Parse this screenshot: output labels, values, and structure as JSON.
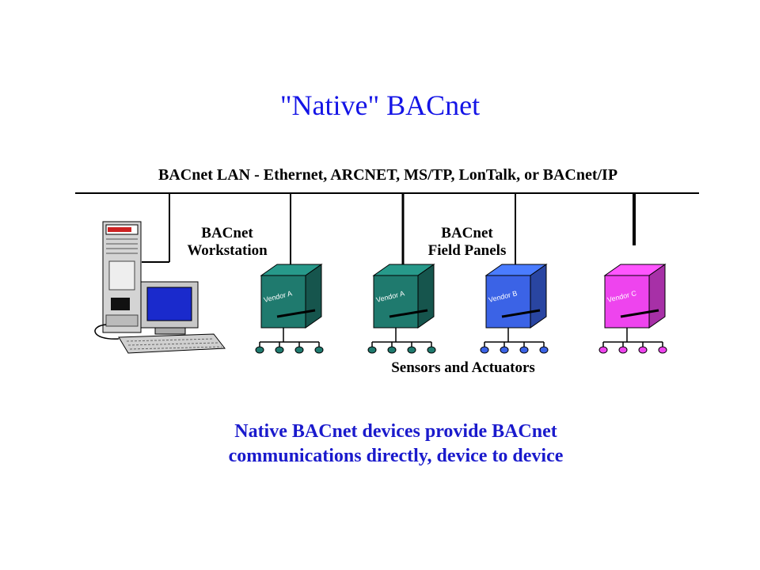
{
  "title": "\"Native\" BACnet",
  "lan_label": "BACnet LAN - Ethernet, ARCNET, MS/TP, LonTalk, or BACnet/IP",
  "workstation_label": [
    "BACnet",
    "Workstation"
  ],
  "field_panels_label": [
    "BACnet",
    "Field Panels"
  ],
  "sensors_label": "Sensors and Actuators",
  "caption": [
    "Native BACnet devices provide BACnet",
    "communications directly, device to device"
  ],
  "panels": [
    {
      "vendor": "Vendor A",
      "color": "#1f7a6e"
    },
    {
      "vendor": "Vendor A",
      "color": "#1f7a6e"
    },
    {
      "vendor": "Vendor B",
      "color": "#3b63e6"
    },
    {
      "vendor": "Vendor C",
      "color": "#ee44ee"
    }
  ],
  "colors": {
    "title": "#1414e6",
    "caption": "#1a1acc",
    "screen": "#1a2acc"
  }
}
